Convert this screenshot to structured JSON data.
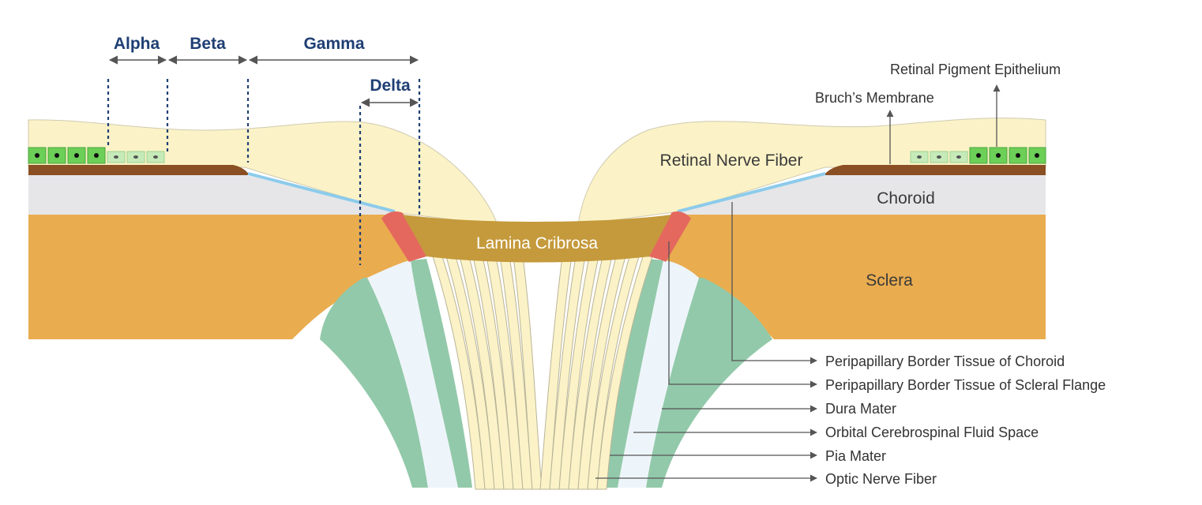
{
  "zones": {
    "alpha": "Alpha",
    "beta": "Beta",
    "gamma": "Gamma",
    "delta": "Delta"
  },
  "tissues": {
    "retinal_nerve_fiber": "Retinal Nerve Fiber",
    "choroid": "Choroid",
    "sclera": "Sclera",
    "lamina_cribrosa": "Lamina Cribrosa"
  },
  "callouts": {
    "retinal_pigment_epithelium": "Retinal Pigment Epithelium",
    "bruchs_membrane": "Bruch’s Membrane",
    "border_tissue_choroid": "Peripapillary Border Tissue of Choroid",
    "border_tissue_scleral_flange": "Peripapillary Border Tissue of Scleral Flange",
    "dura_mater": "Dura Mater",
    "orbital_csf_space": "Orbital Cerebrospinal Fluid Space",
    "pia_mater": "Pia Mater",
    "optic_nerve_fiber": "Optic Nerve Fiber"
  },
  "colors": {
    "nerve_fiber": "#fbf3c7",
    "choroid": "#e6e6e8",
    "sclera": "#e9ac4f",
    "bruchs_membrane": "#8a4f22",
    "rpe_cells": "#6ccf57",
    "rpe_cells_faded": "#c6ebb9",
    "lamina_cribrosa": "#c59a3c",
    "border_tissue": "#e4685e",
    "dura_pia": "#92c9aa",
    "csf_space": "#eef5fa",
    "zone_text": "#1f3f74"
  }
}
